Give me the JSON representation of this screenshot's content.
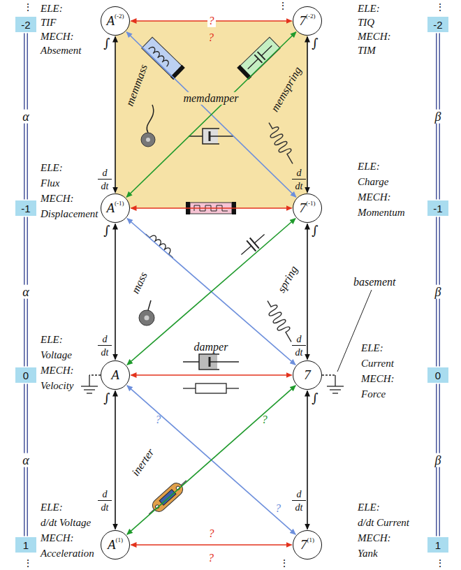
{
  "diagram": {
    "nodes": [
      {
        "text": [
          "-2"
        ]
      },
      {
        "text": [
          "A",
          "(-2)"
        ]
      },
      {
        "text": [
          "7",
          "(-2)"
        ]
      },
      {
        "text": [
          "-2"
        ]
      },
      {
        "text": [
          "-1"
        ]
      },
      {
        "text": [
          "A",
          "(-1)"
        ]
      },
      {
        "text": [
          "7",
          "(-1)"
        ]
      },
      {
        "text": [
          "-1"
        ]
      },
      {
        "text": [
          "0"
        ]
      },
      {
        "text": [
          "A"
        ]
      },
      {
        "text": [
          "7"
        ]
      },
      {
        "text": [
          "0"
        ]
      },
      {
        "text": [
          "1"
        ]
      },
      {
        "text": [
          "A",
          "(1)"
        ]
      },
      {
        "text": [
          "7",
          "(1)"
        ]
      },
      {
        "text": [
          "1"
        ]
      }
    ],
    "edges": [
      {
        "from": 0,
        "to": 4,
        "arrow": "none",
        "label": "α"
      },
      {
        "from": 4,
        "to": 8,
        "arrow": "none",
        "label": "α"
      },
      {
        "from": 8,
        "to": 12,
        "arrow": "none",
        "label": "α"
      },
      {
        "from": 3,
        "to": 7,
        "arrow": "none",
        "label": "β"
      },
      {
        "from": 7,
        "to": 11,
        "arrow": "none",
        "label": "β"
      },
      {
        "from": 11,
        "to": 15,
        "arrow": "none",
        "label": "β"
      },
      {
        "from": 1,
        "to": 5,
        "arrow": "both"
      },
      {
        "from": 5,
        "to": 9,
        "arrow": "both"
      },
      {
        "from": 9,
        "to": 13,
        "arrow": "both"
      },
      {
        "from": 2,
        "to": 6,
        "arrow": "both"
      },
      {
        "from": 6,
        "to": 10,
        "arrow": "both"
      },
      {
        "from": 10,
        "to": 14,
        "arrow": "both"
      },
      {
        "from": 1,
        "to": 2,
        "arrow": "both",
        "label": "?"
      },
      {
        "from": 5,
        "to": 6,
        "arrow": "both"
      },
      {
        "from": 9,
        "to": 10,
        "arrow": "both"
      },
      {
        "from": 13,
        "to": 14,
        "arrow": "both",
        "label": "?"
      },
      {
        "from": 1,
        "to": 6,
        "arrow": "both"
      },
      {
        "from": 2,
        "to": 5,
        "arrow": "both"
      },
      {
        "from": 5,
        "to": 10,
        "arrow": "both"
      },
      {
        "from": 6,
        "to": 9,
        "arrow": "both"
      },
      {
        "from": 9,
        "to": 14,
        "arrow": "both",
        "label": "?"
      },
      {
        "from": 10,
        "to": 13,
        "arrow": "both",
        "label": "?"
      }
    ],
    "labels": [
      "⋮",
      "⋮",
      "⋮",
      "ELE:",
      "TIF",
      "MECH:",
      "Absement",
      "ELE:",
      "TIQ",
      "MECH:",
      "TIM",
      "?",
      "memmass",
      "memspring",
      "memdamper",
      "∫",
      "d",
      "dt",
      "∫",
      "d",
      "dt",
      "ELE:",
      "Flux",
      "MECH:",
      "Displacement",
      "ELE:",
      "Charge",
      "MECH:",
      "Momentum",
      "∫",
      "d",
      "dt",
      "∫",
      "d",
      "dt",
      "mass",
      "spring",
      "basement",
      "damper",
      "ELE:",
      "Voltage",
      "MECH:",
      "Velocity",
      "ELE:",
      "Current",
      "MECH:",
      "Force",
      "∫",
      "d",
      "dt",
      "∫",
      "d",
      "dt",
      "inerter",
      "?",
      "?",
      "ELE:",
      "d/dt Voltage",
      "MECH:",
      "Acceleration",
      "ELE:",
      "d/dt Current",
      "MECH:",
      "Yank",
      "⋮",
      "⋮",
      "⋮"
    ]
  }
}
